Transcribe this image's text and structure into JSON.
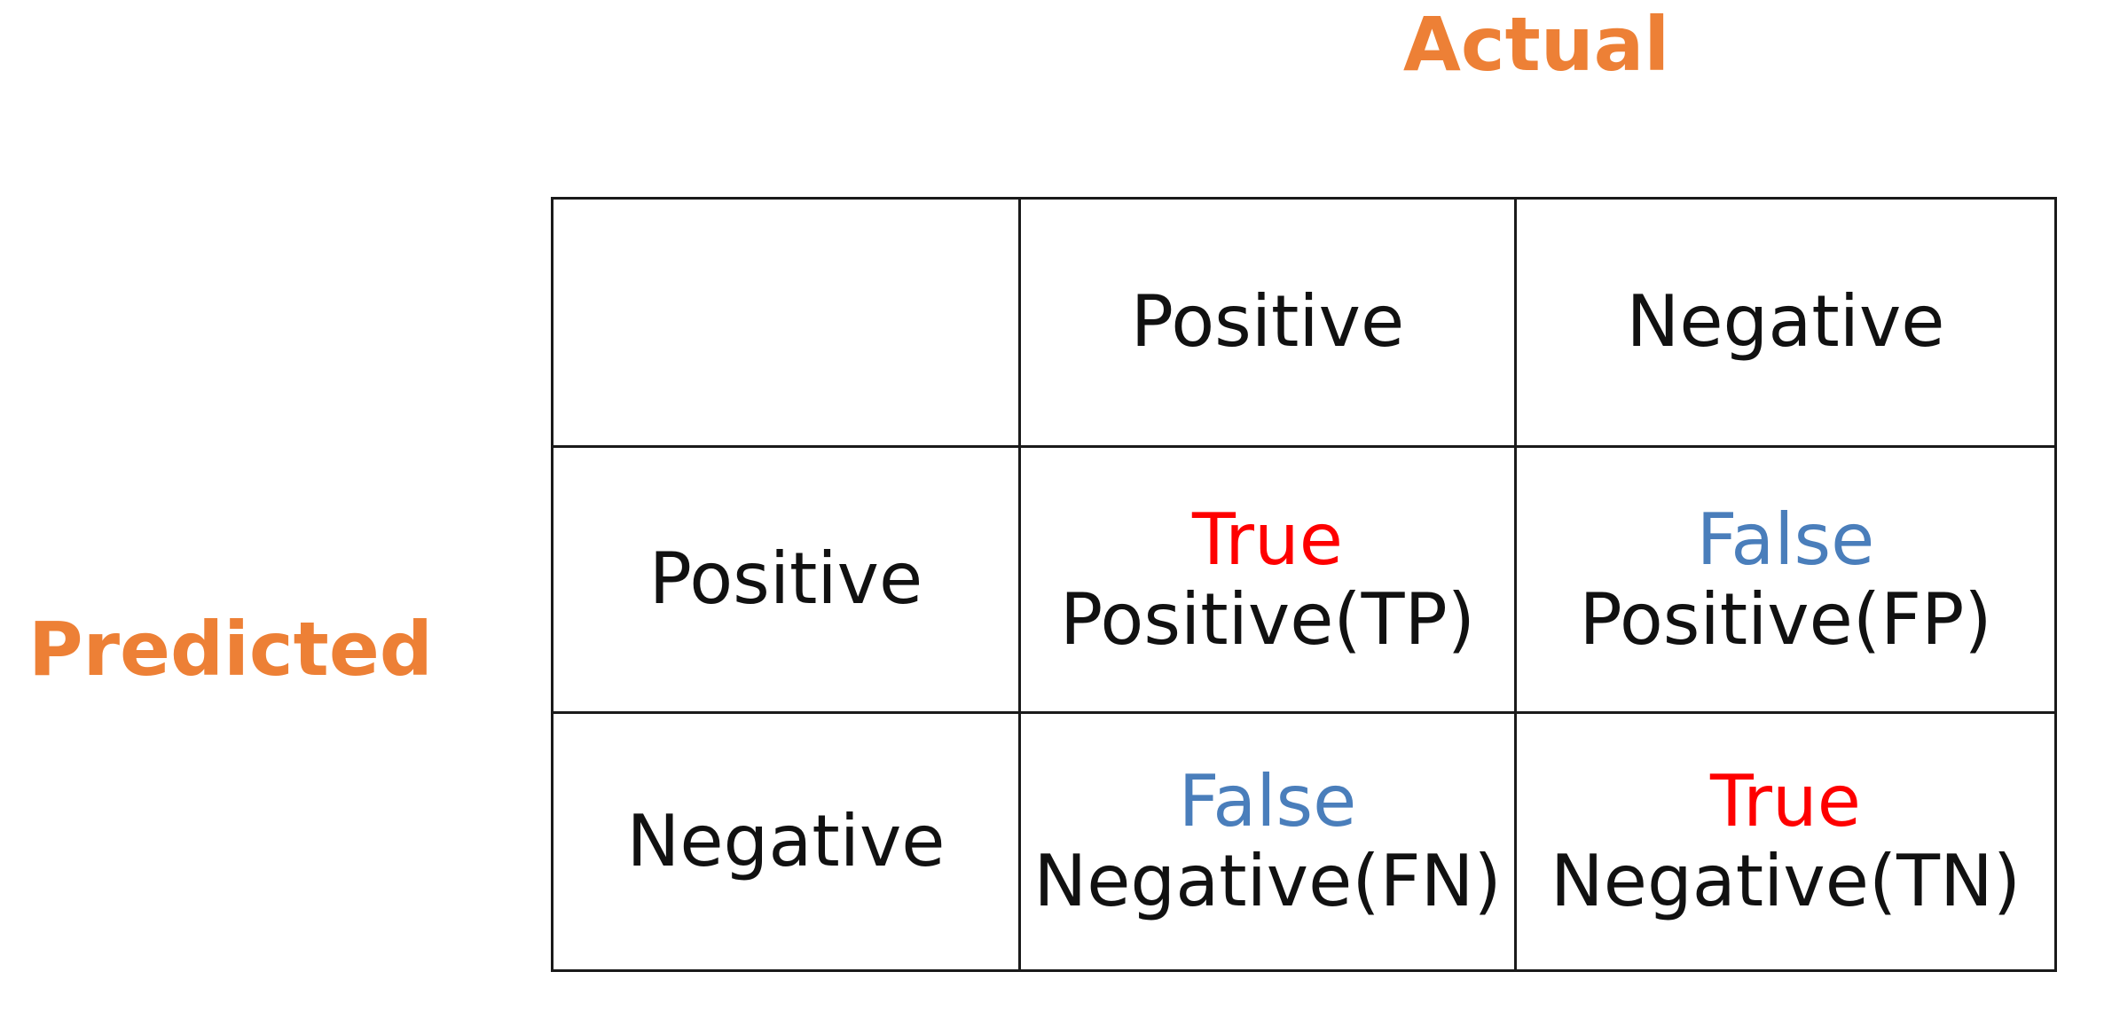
{
  "diagram": {
    "kind": "confusion-matrix",
    "axis_titles": {
      "columns": "Actual",
      "rows": "Predicted"
    },
    "accent_colors": {
      "axis_title": "#ED8036",
      "true_word": "#FE0000",
      "false_word": "#4A7EBB",
      "body_text": "#111111",
      "grid_line": "#1a1a1a",
      "background": "#ffffff"
    },
    "column_headers": [
      "",
      "Positive",
      "Negative"
    ],
    "row_headers": [
      "Positive",
      "Negative"
    ],
    "cells": [
      {
        "row": "Positive",
        "column": "Positive",
        "qualifier": "True",
        "qualifier_tone": "true",
        "detail": "Positive(TP)",
        "abbreviation": "TP"
      },
      {
        "row": "Positive",
        "column": "Negative",
        "qualifier": "False",
        "qualifier_tone": "false",
        "detail": "Positive(FP)",
        "abbreviation": "FP"
      },
      {
        "row": "Negative",
        "column": "Positive",
        "qualifier": "False",
        "qualifier_tone": "false",
        "detail": "Negative(FN)",
        "abbreviation": "FN"
      },
      {
        "row": "Negative",
        "column": "Negative",
        "qualifier": "True",
        "qualifier_tone": "true",
        "detail": "Negative(TN)",
        "abbreviation": "TN"
      }
    ]
  }
}
